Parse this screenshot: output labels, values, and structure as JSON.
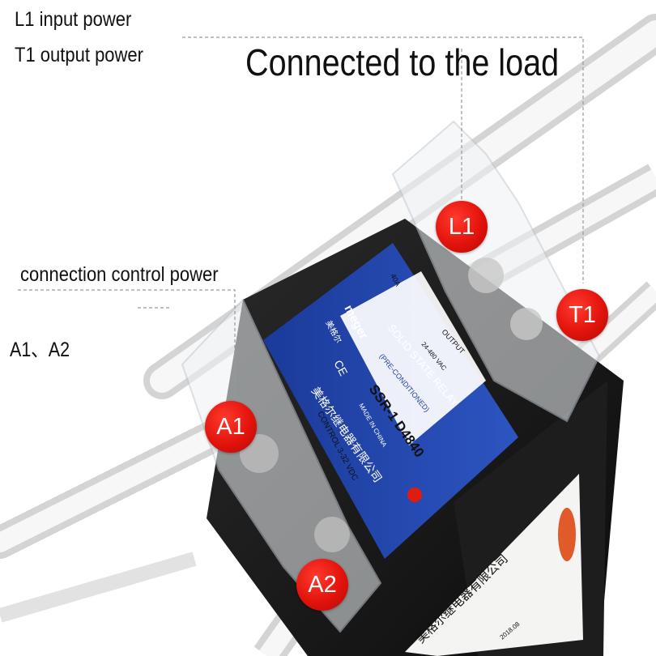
{
  "labels": {
    "l1_input": "L1 input power",
    "t1_output": "T1 output power",
    "load": "Connected to the load",
    "control": "connection control power",
    "a1_a2": "A1、A2"
  },
  "terminals": {
    "l1": "L1",
    "t1": "T1",
    "a1": "A1",
    "a2": "A2"
  },
  "relay": {
    "brand": "meger",
    "brand_cn": "美格尔",
    "ce_mark": "CE",
    "type": "SOLID STATE RELAY",
    "preconditioned": "(PRE-CONDITIONED)",
    "model": "SSR-1 D4840",
    "made_in": "MADE IN CHINA",
    "company_label": "美格尔继电器有限公司",
    "output_label": "OUTPUT",
    "output_range": "24-480 VAC",
    "control_label": "CONTROL 3-32 VDC",
    "rating": "40A",
    "side_company": "美格尔继电器有限公司",
    "date_code": "2018.08"
  },
  "colors": {
    "badge_red": "#e2130c",
    "label_blue": "#1e3fa0",
    "housing_black": "#161616",
    "guide_line": "#9a9a9a"
  }
}
